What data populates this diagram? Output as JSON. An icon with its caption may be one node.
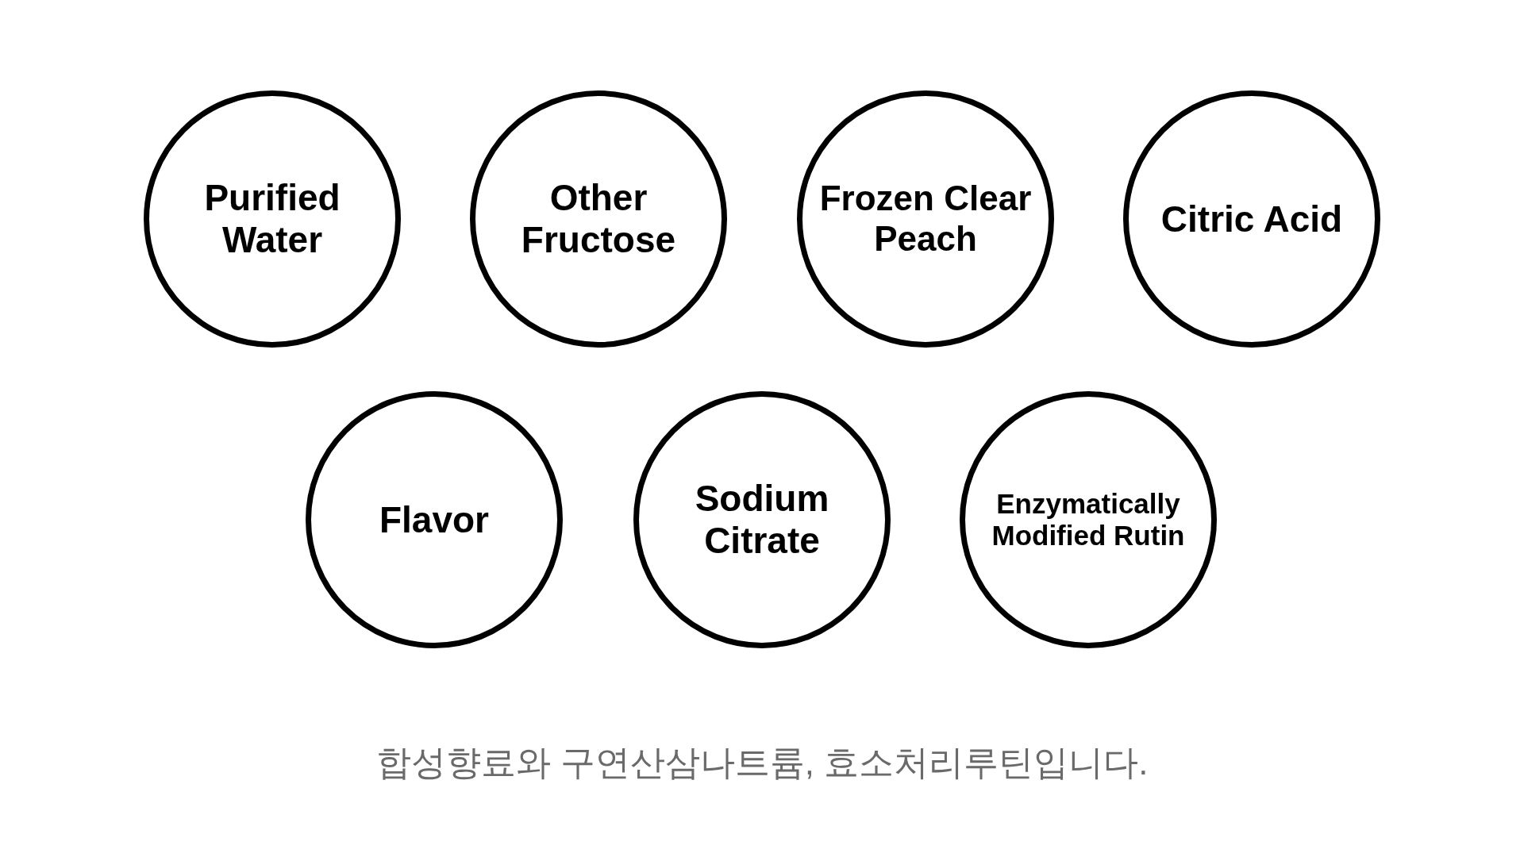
{
  "diagram": {
    "caption": "합성향료와 구연산삼나트륨, 효소처리루틴입니다.",
    "nodes": [
      {
        "text": [
          "Purified Water"
        ]
      },
      {
        "text": [
          "Other Fructose"
        ]
      },
      {
        "text": [
          "Frozen Clear Peach"
        ]
      },
      {
        "text": [
          "Citric Acid"
        ]
      },
      {
        "text": [
          "Flavor"
        ]
      },
      {
        "text": [
          "Sodium Citrate"
        ]
      },
      {
        "text": [
          "Enzymatically Modified Rutin"
        ]
      }
    ]
  }
}
